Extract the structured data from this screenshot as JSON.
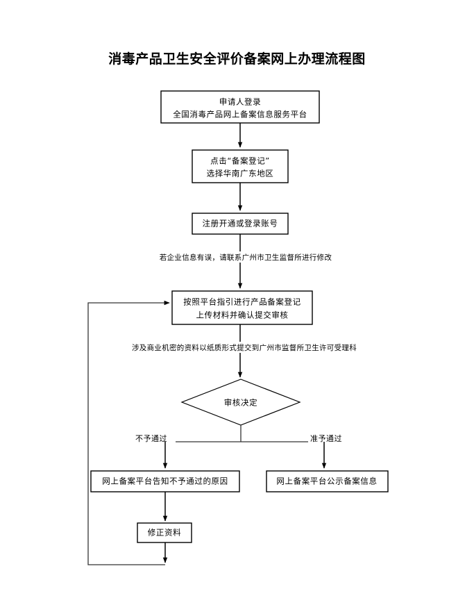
{
  "page": {
    "title": "消毒产品卫生安全评价备案网上办理流程图",
    "background_color": "#ffffff",
    "line_color": "#000000",
    "text_color": "#000000"
  },
  "chart_data": {
    "type": "diagram",
    "diagram_kind": "flowchart",
    "title": "消毒产品卫生安全评价备案网上办理流程图",
    "orientation": "top-to-bottom",
    "nodes": [
      {
        "id": "n1",
        "shape": "rectangle",
        "lines": [
          "申请人登录",
          "全国消毒产品网上备案信息服务平台"
        ]
      },
      {
        "id": "n2",
        "shape": "rectangle",
        "lines": [
          "点击“备案登记”",
          "选择华南广东地区"
        ]
      },
      {
        "id": "n3",
        "shape": "rectangle",
        "lines": [
          "注册开通或登录账号"
        ]
      },
      {
        "id": "n4",
        "shape": "rectangle",
        "lines": [
          "按照平台指引进行产品备案登记",
          "上传材料并确认提交审核"
        ]
      },
      {
        "id": "n5",
        "shape": "diamond",
        "lines": [
          "审核决定"
        ]
      },
      {
        "id": "n6",
        "shape": "rectangle",
        "lines": [
          "网上备案平台告知不予通过的原因"
        ]
      },
      {
        "id": "n7",
        "shape": "rectangle",
        "lines": [
          "网上备案平台公示备案信息"
        ]
      },
      {
        "id": "n8",
        "shape": "rectangle",
        "lines": [
          "修正资料"
        ]
      }
    ],
    "notes": [
      {
        "id": "note1",
        "text": "若企业信息有误，请联系广州市卫生监督所进行修改"
      },
      {
        "id": "note2",
        "text": "涉及商业机密的资料以纸质形式提交到广州市监督所卫生许可受理科"
      }
    ],
    "branch_labels": [
      {
        "id": "branch-left",
        "text": "不予通过"
      },
      {
        "id": "branch-right",
        "text": "准予通过"
      }
    ],
    "edges": [
      {
        "from": "n1",
        "to": "n2",
        "label": ""
      },
      {
        "from": "n2",
        "to": "n3",
        "label": ""
      },
      {
        "from": "n3",
        "to": "n4",
        "label": ""
      },
      {
        "from": "n4",
        "to": "n5",
        "label": ""
      },
      {
        "from": "n5",
        "to": "n6",
        "label": "不予通过"
      },
      {
        "from": "n5",
        "to": "n7",
        "label": "准予通过"
      },
      {
        "from": "n6",
        "to": "n8",
        "label": ""
      },
      {
        "from": "n8",
        "to": "n4",
        "label": ""
      }
    ]
  }
}
